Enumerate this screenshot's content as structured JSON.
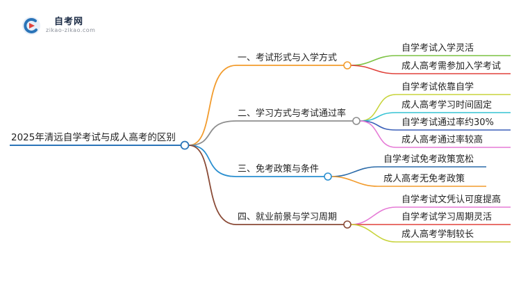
{
  "logo": {
    "title": "自考网",
    "subtitle": "zikao-zikao.com"
  },
  "root": {
    "label": "2025年清远自学考试与成人高考的区别"
  },
  "branches": [
    {
      "label": "一、考试形式与入学方式",
      "color": "#f29b2c",
      "children": [
        {
          "label": "自学考试入学灵活",
          "color": "#7cc242"
        },
        {
          "label": "成人高考需参加入学考试",
          "color": "#e0413a"
        }
      ]
    },
    {
      "label": "二、学习方式与考试通过率",
      "color": "#8e8e8e",
      "children": [
        {
          "label": "自学考试依靠自学",
          "color": "#c8d43c"
        },
        {
          "label": "成人高考学习时间固定",
          "color": "#35c3d4"
        },
        {
          "label": "自学考试通过率约30%",
          "color": "#3a5fb8"
        },
        {
          "label": "成人高考通过率较高",
          "color": "#e57ad6"
        }
      ]
    },
    {
      "label": "三、免考政策与条件",
      "color": "#2a8fd0",
      "children": [
        {
          "label": "自学考试免考政策宽松",
          "color": "#2a6aa8"
        },
        {
          "label": "成人高考无免考政策",
          "color": "#f29b2c"
        }
      ]
    },
    {
      "label": "四、就业前景与学习周期",
      "color": "#8a4a36",
      "children": [
        {
          "label": "自学考试文凭认可度提高",
          "color": "#e57ad6"
        },
        {
          "label": "自学考试学习周期灵活",
          "color": "#e0413a"
        },
        {
          "label": "成人高考学制较长",
          "color": "#c8d43c"
        }
      ]
    }
  ],
  "colors": {
    "root_line": "#2a74b8",
    "node_fill": "#ffffff",
    "text": "#222222"
  }
}
